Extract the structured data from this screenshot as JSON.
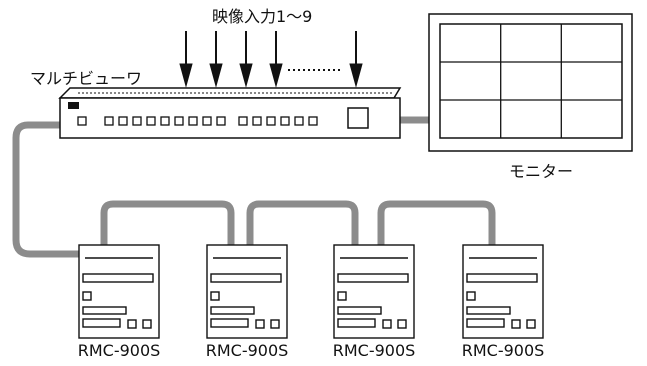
{
  "labels": {
    "video_inputs": "映像入力1〜9",
    "multiviewer": "マルチビューワ",
    "monitor": "モニター",
    "controller_units": [
      "RMC-900S",
      "RMC-900S",
      "RMC-900S",
      "RMC-900S"
    ]
  },
  "colors": {
    "cable": "#8c8c8c",
    "outline": "#111111",
    "background": "#ffffff"
  },
  "diagram": {
    "input_count": 9,
    "monitor_grid": {
      "rows": 3,
      "cols": 3
    }
  }
}
